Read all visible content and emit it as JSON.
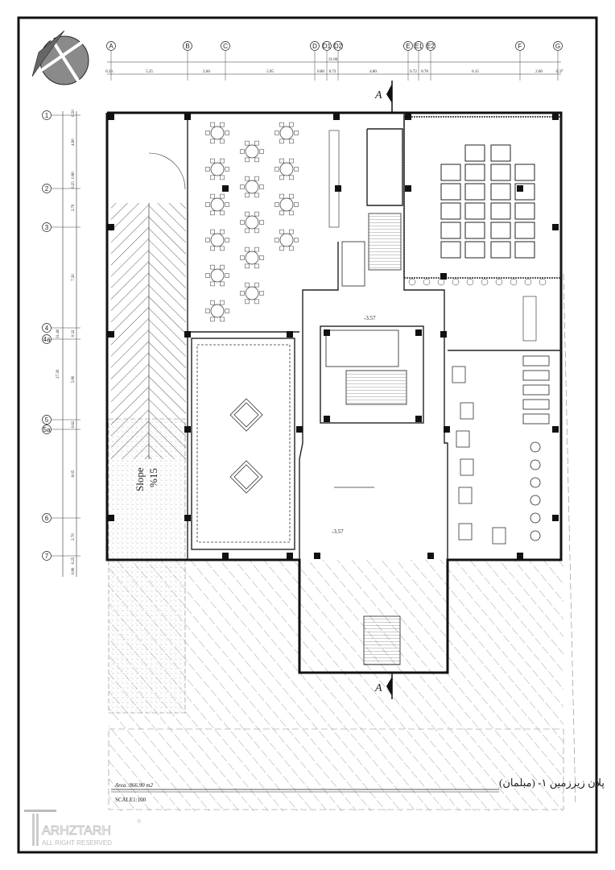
{
  "drawing": {
    "title_fa": "پلان زیرزمین ۱- (مبلمان)",
    "area": "Area :866.90 m2",
    "scale": "SCALE1:100",
    "section_mark": "A",
    "level_top": "-3.57",
    "level_bottom": "-3.57",
    "slope_label": "Slope",
    "slope_value": "%15"
  },
  "grid_columns": [
    "A",
    "B",
    "C",
    "D",
    "D1",
    "D2",
    "E",
    "E1",
    "E2",
    "F",
    "G"
  ],
  "grid_rows": [
    "1",
    "2",
    "3",
    "4",
    "4a",
    "5",
    "5a",
    "6",
    "7"
  ],
  "dims_horizontal": {
    "total": "31.06",
    "segments": [
      "0.33",
      "5.25",
      "2.60",
      "5.95",
      "0.80",
      "0.73",
      "4.80",
      "0.72",
      "0.78",
      "6.15",
      "2.60",
      "0.37"
    ]
  },
  "dims_vertical": {
    "total_outer": "27.30",
    "total_inner": "31.40",
    "segments": [
      "0.50",
      "4.90",
      "0.80",
      "0.25",
      "2.70",
      "7.20",
      "0.32",
      "5.80",
      "0.62",
      "6.05",
      "2.70",
      "0.25",
      "0.80"
    ]
  },
  "logo": {
    "name": "ARHZTARH",
    "tagline": "ALL RIGHT RESERVED",
    "mark": "®"
  },
  "colors": {
    "line": "#1a1a1a",
    "hatch": "#555555",
    "fill": "#8a8a8a"
  }
}
